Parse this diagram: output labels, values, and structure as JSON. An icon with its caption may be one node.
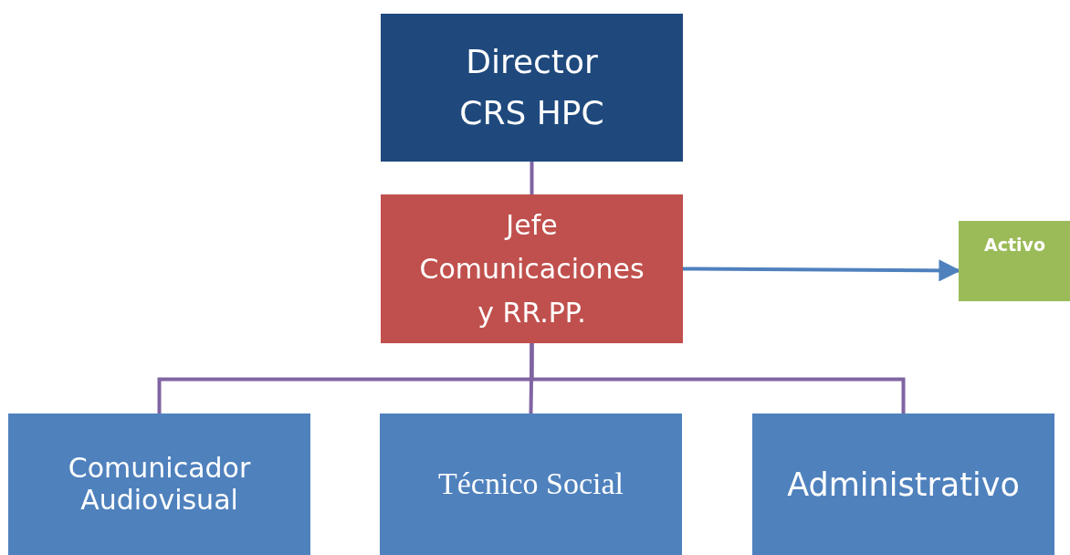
{
  "diagram": {
    "nodes": [
      {
        "text": [
          "Director CRS HPC"
        ]
      },
      {
        "text": [
          "Jefe Comunicaciones y RR.PP."
        ]
      },
      {
        "text": [
          "Comunicador Audiovisual"
        ]
      },
      {
        "text": [
          "Técnico Social"
        ]
      },
      {
        "text": [
          "Administrativo"
        ]
      },
      {
        "text": [
          "Activo"
        ]
      }
    ],
    "edges": [
      {
        "from": 0,
        "to": 1,
        "arrow": "none"
      },
      {
        "from": 1,
        "to": 2,
        "arrow": "none"
      },
      {
        "from": 1,
        "to": 3,
        "arrow": "none"
      },
      {
        "from": 1,
        "to": 4,
        "arrow": "none"
      },
      {
        "from": 1,
        "to": 5,
        "arrow": "to",
        "color": "#4f81bd"
      }
    ]
  }
}
